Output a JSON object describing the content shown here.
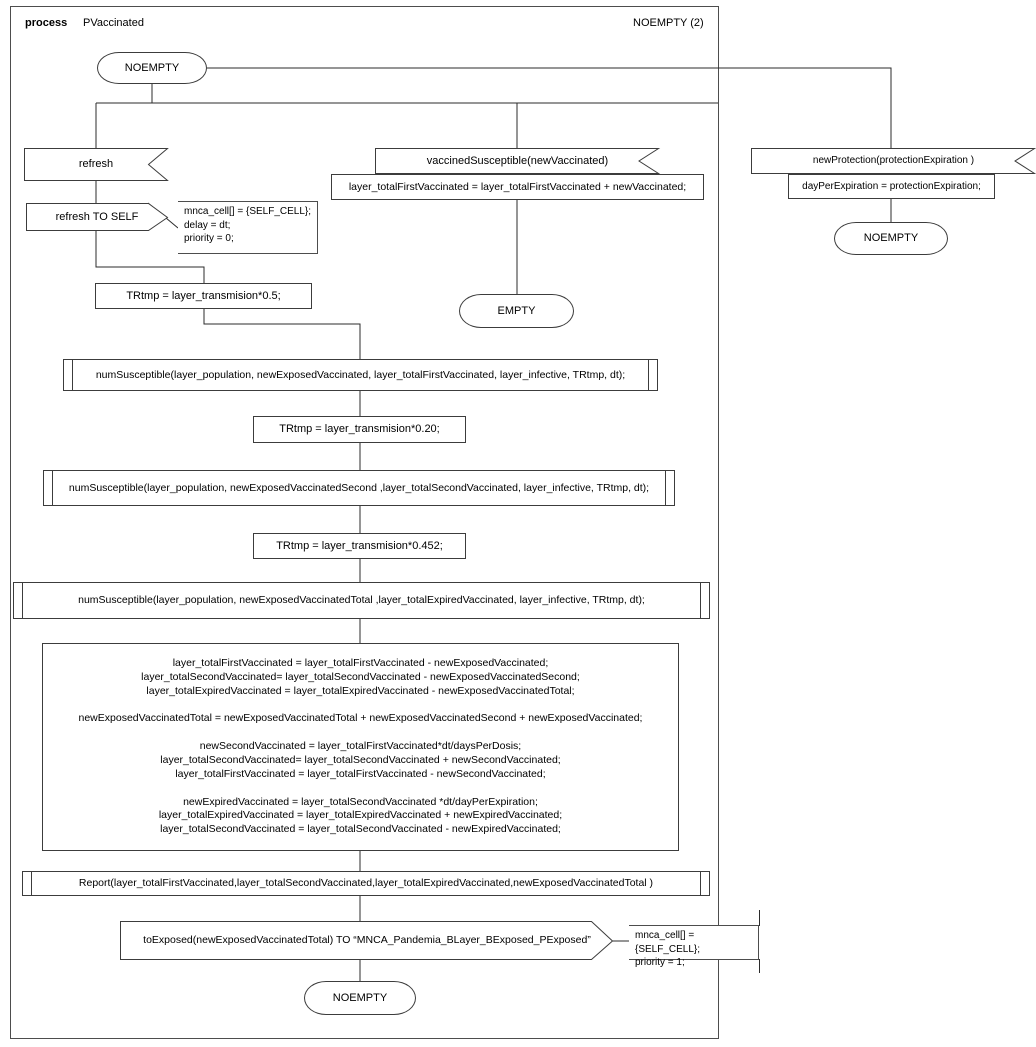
{
  "header": {
    "keyword": "process",
    "name": "PVaccinated",
    "page_label": "NOEMPTY (2)"
  },
  "nodes": {
    "state_start": "NOEMPTY",
    "input_refresh": "refresh",
    "output_refresh_self": "refresh TO SELF",
    "note_refresh": "mnca_cell[] = {SELF_CELL};\ndelay = dt;\npriority = 0;",
    "task_trtmp_05": "TRtmp  = layer_transmision*0.5;",
    "proc_num_first": "numSusceptible(layer_population, newExposedVaccinated, layer_totalFirstVaccinated, layer_infective, TRtmp, dt);",
    "task_trtmp_020": "TRtmp = layer_transmision*0.20;",
    "proc_num_second": "numSusceptible(layer_population, newExposedVaccinatedSecond ,layer_totalSecondVaccinated, layer_infective, TRtmp, dt);",
    "task_trtmp_0452": "TRtmp = layer_transmision*0.452;",
    "proc_num_total": "numSusceptible(layer_population, newExposedVaccinatedTotal ,layer_totalExpiredVaccinated, layer_infective, TRtmp, dt);",
    "task_big": "layer_totalFirstVaccinated = layer_totalFirstVaccinated - newExposedVaccinated;\nlayer_totalSecondVaccinated= layer_totalSecondVaccinated - newExposedVaccinatedSecond;\nlayer_totalExpiredVaccinated = layer_totalExpiredVaccinated - newExposedVaccinatedTotal;\n\nnewExposedVaccinatedTotal = newExposedVaccinatedTotal + newExposedVaccinatedSecond  + newExposedVaccinated;\n\nnewSecondVaccinated = layer_totalFirstVaccinated*dt/daysPerDosis;\nlayer_totalSecondVaccinated= layer_totalSecondVaccinated + newSecondVaccinated;\nlayer_totalFirstVaccinated = layer_totalFirstVaccinated - newSecondVaccinated;\n\nnewExpiredVaccinated = layer_totalSecondVaccinated *dt/dayPerExpiration;\nlayer_totalExpiredVaccinated = layer_totalExpiredVaccinated + newExpiredVaccinated;\nlayer_totalSecondVaccinated = layer_totalSecondVaccinated - newExpiredVaccinated;",
    "proc_report": "Report(layer_totalFirstVaccinated,layer_totalSecondVaccinated,layer_totalExpiredVaccinated,newExposedVaccinatedTotal )",
    "output_to_exposed": "toExposed(newExposedVaccinatedTotal) TO “MNCA_Pandemia_BLayer_BExposed_PExposed”",
    "note_to_exposed": "mnca_cell[] = {SELF_CELL};\npriority = 1;",
    "state_end_left": "NOEMPTY",
    "input_vaccined": "vaccinedSusceptible(newVaccinated)",
    "task_total_first": "layer_totalFirstVaccinated = layer_totalFirstVaccinated + newVaccinated;",
    "state_empty": "EMPTY",
    "input_new_protection": "newProtection(protectionExpiration )",
    "task_day_expiration": "dayPerExpiration = protectionExpiration;",
    "state_end_right": "NOEMPTY"
  },
  "colors": {
    "stroke": "#3c3c3c",
    "connector": "#2b2b2b",
    "frame": "#4d4d4d",
    "background": "#ffffff",
    "text": "#000000"
  }
}
